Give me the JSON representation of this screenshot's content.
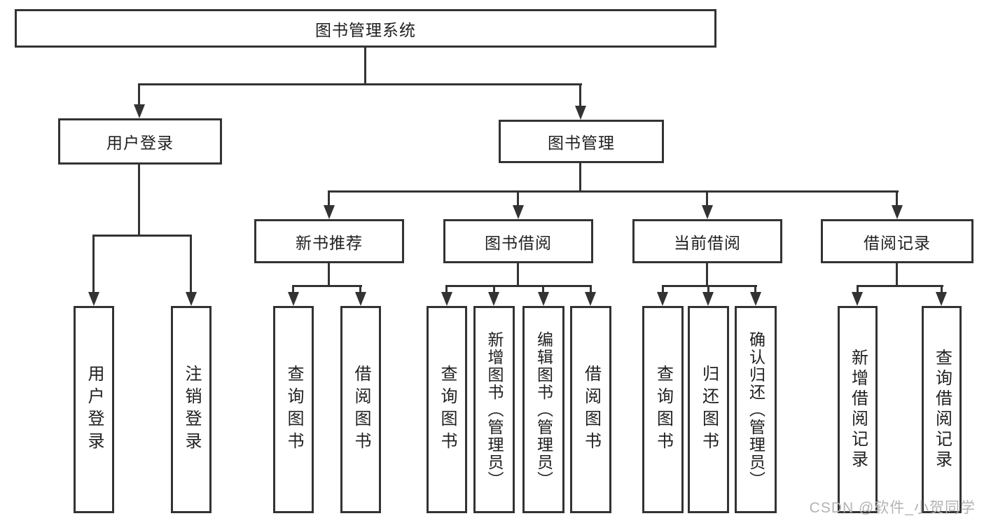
{
  "tree": {
    "label": "图书管理系统",
    "children": [
      {
        "label": "用户登录",
        "children": [
          {
            "label": "用户登录"
          },
          {
            "label": "注销登录"
          }
        ]
      },
      {
        "label": "图书管理",
        "children": [
          {
            "label": "新书推荐",
            "children": [
              {
                "label": "查询图书"
              },
              {
                "label": "借阅图书"
              }
            ]
          },
          {
            "label": "图书借阅",
            "children": [
              {
                "label": "查询图书"
              },
              {
                "label": "新增图书（管理员）"
              },
              {
                "label": "编辑图书（管理员）"
              },
              {
                "label": "借阅图书"
              }
            ]
          },
          {
            "label": "当前借阅",
            "children": [
              {
                "label": "查询图书"
              },
              {
                "label": "归还图书"
              },
              {
                "label": "确认归还（管理员）"
              }
            ]
          },
          {
            "label": "借阅记录",
            "children": [
              {
                "label": "新增借阅记录"
              },
              {
                "label": "查询借阅记录"
              }
            ]
          }
        ]
      }
    ]
  },
  "watermark": {
    "text": "CSDN @软件_小贺同学"
  },
  "colors": {
    "box_border": "#333333",
    "connector_line": "#333333",
    "text": "#1f1f1f",
    "watermark": "#b3b3b3",
    "background": "#ffffff"
  }
}
